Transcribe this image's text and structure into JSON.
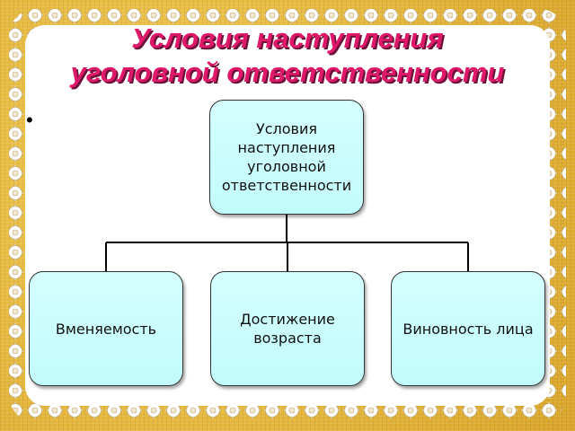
{
  "slide": {
    "title": "Условия наступления\nуголовной ответственности",
    "bullet": "•"
  },
  "diagram": {
    "root": {
      "label": "Условия\nнаступления\nуголовной\nответственности"
    },
    "children": [
      {
        "label": "Вменяемость"
      },
      {
        "label": "Достижение\nвозраста"
      },
      {
        "label": "Виновность лица"
      }
    ]
  },
  "colors": {
    "background": "#e8b93a",
    "title": "#e0186a",
    "node_fill": "#ccffff",
    "node_border": "#333333",
    "connector": "#000000"
  },
  "icons": {
    "border": "lace-doily-border"
  }
}
